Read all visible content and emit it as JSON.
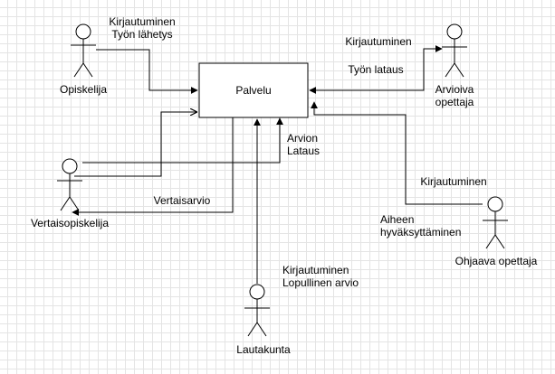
{
  "service": {
    "label": "Palvelu"
  },
  "actors": {
    "student": "Opiskelija",
    "assessing_teacher": "Arvioiva\nopettaja",
    "peer_student": "Vertaisopiskelija",
    "supervising_teacher": "Ohjaava opettaja",
    "committee": "Lautakunta"
  },
  "edges": {
    "student_to_service": "Kirjautuminen\nTyön lähetys",
    "assessing_login": "Kirjautuminen",
    "assessing_upload": "Työn lataus",
    "peer_upload": "Arvion\nLataus",
    "peer_review": "Vertaisarvio",
    "supervisor_login": "Kirjautuminen",
    "supervisor_approval": "Aiheen\nhyväksyttäminen",
    "committee": "Kirjautuminen\nLopullinen arvio"
  }
}
